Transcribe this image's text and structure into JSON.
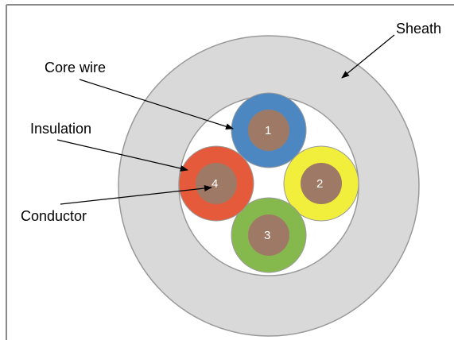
{
  "labels": {
    "sheath": "Sheath",
    "core_wire": "Core wire",
    "insulation": "Insulation",
    "conductor": "Conductor"
  },
  "cores": [
    {
      "number": "1",
      "insulation_color": "#4d87c2"
    },
    {
      "number": "2",
      "insulation_color": "#f2ee3c"
    },
    {
      "number": "3",
      "insulation_color": "#86b94d"
    },
    {
      "number": "4",
      "insulation_color": "#e45a3a"
    }
  ],
  "colors": {
    "sheath": "#d9d9d9",
    "sheath_outline": "#999999",
    "conductor": "#9e7a66",
    "frame": "#8a8a8a",
    "arrow": "#000000"
  }
}
